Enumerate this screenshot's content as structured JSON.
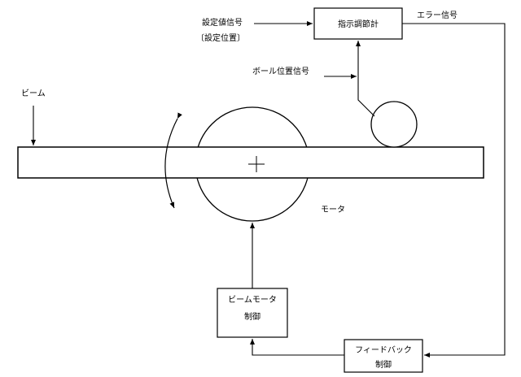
{
  "labels": {
    "setpoint_signal": "設定値信号",
    "setpoint_position": "〔設定位置〕",
    "ball_position_signal": "ボール位置信号",
    "error_signal": "エラー信号",
    "beam": "ビーム",
    "motor": "モータ",
    "beam_center_mark": "+"
  },
  "blocks": {
    "controller": "指示調節計",
    "beam_motor_control_line1": "ビームモータ",
    "beam_motor_control_line2": "制御",
    "feedback_control_line1": "フィードバック",
    "feedback_control_line2": "制御"
  }
}
